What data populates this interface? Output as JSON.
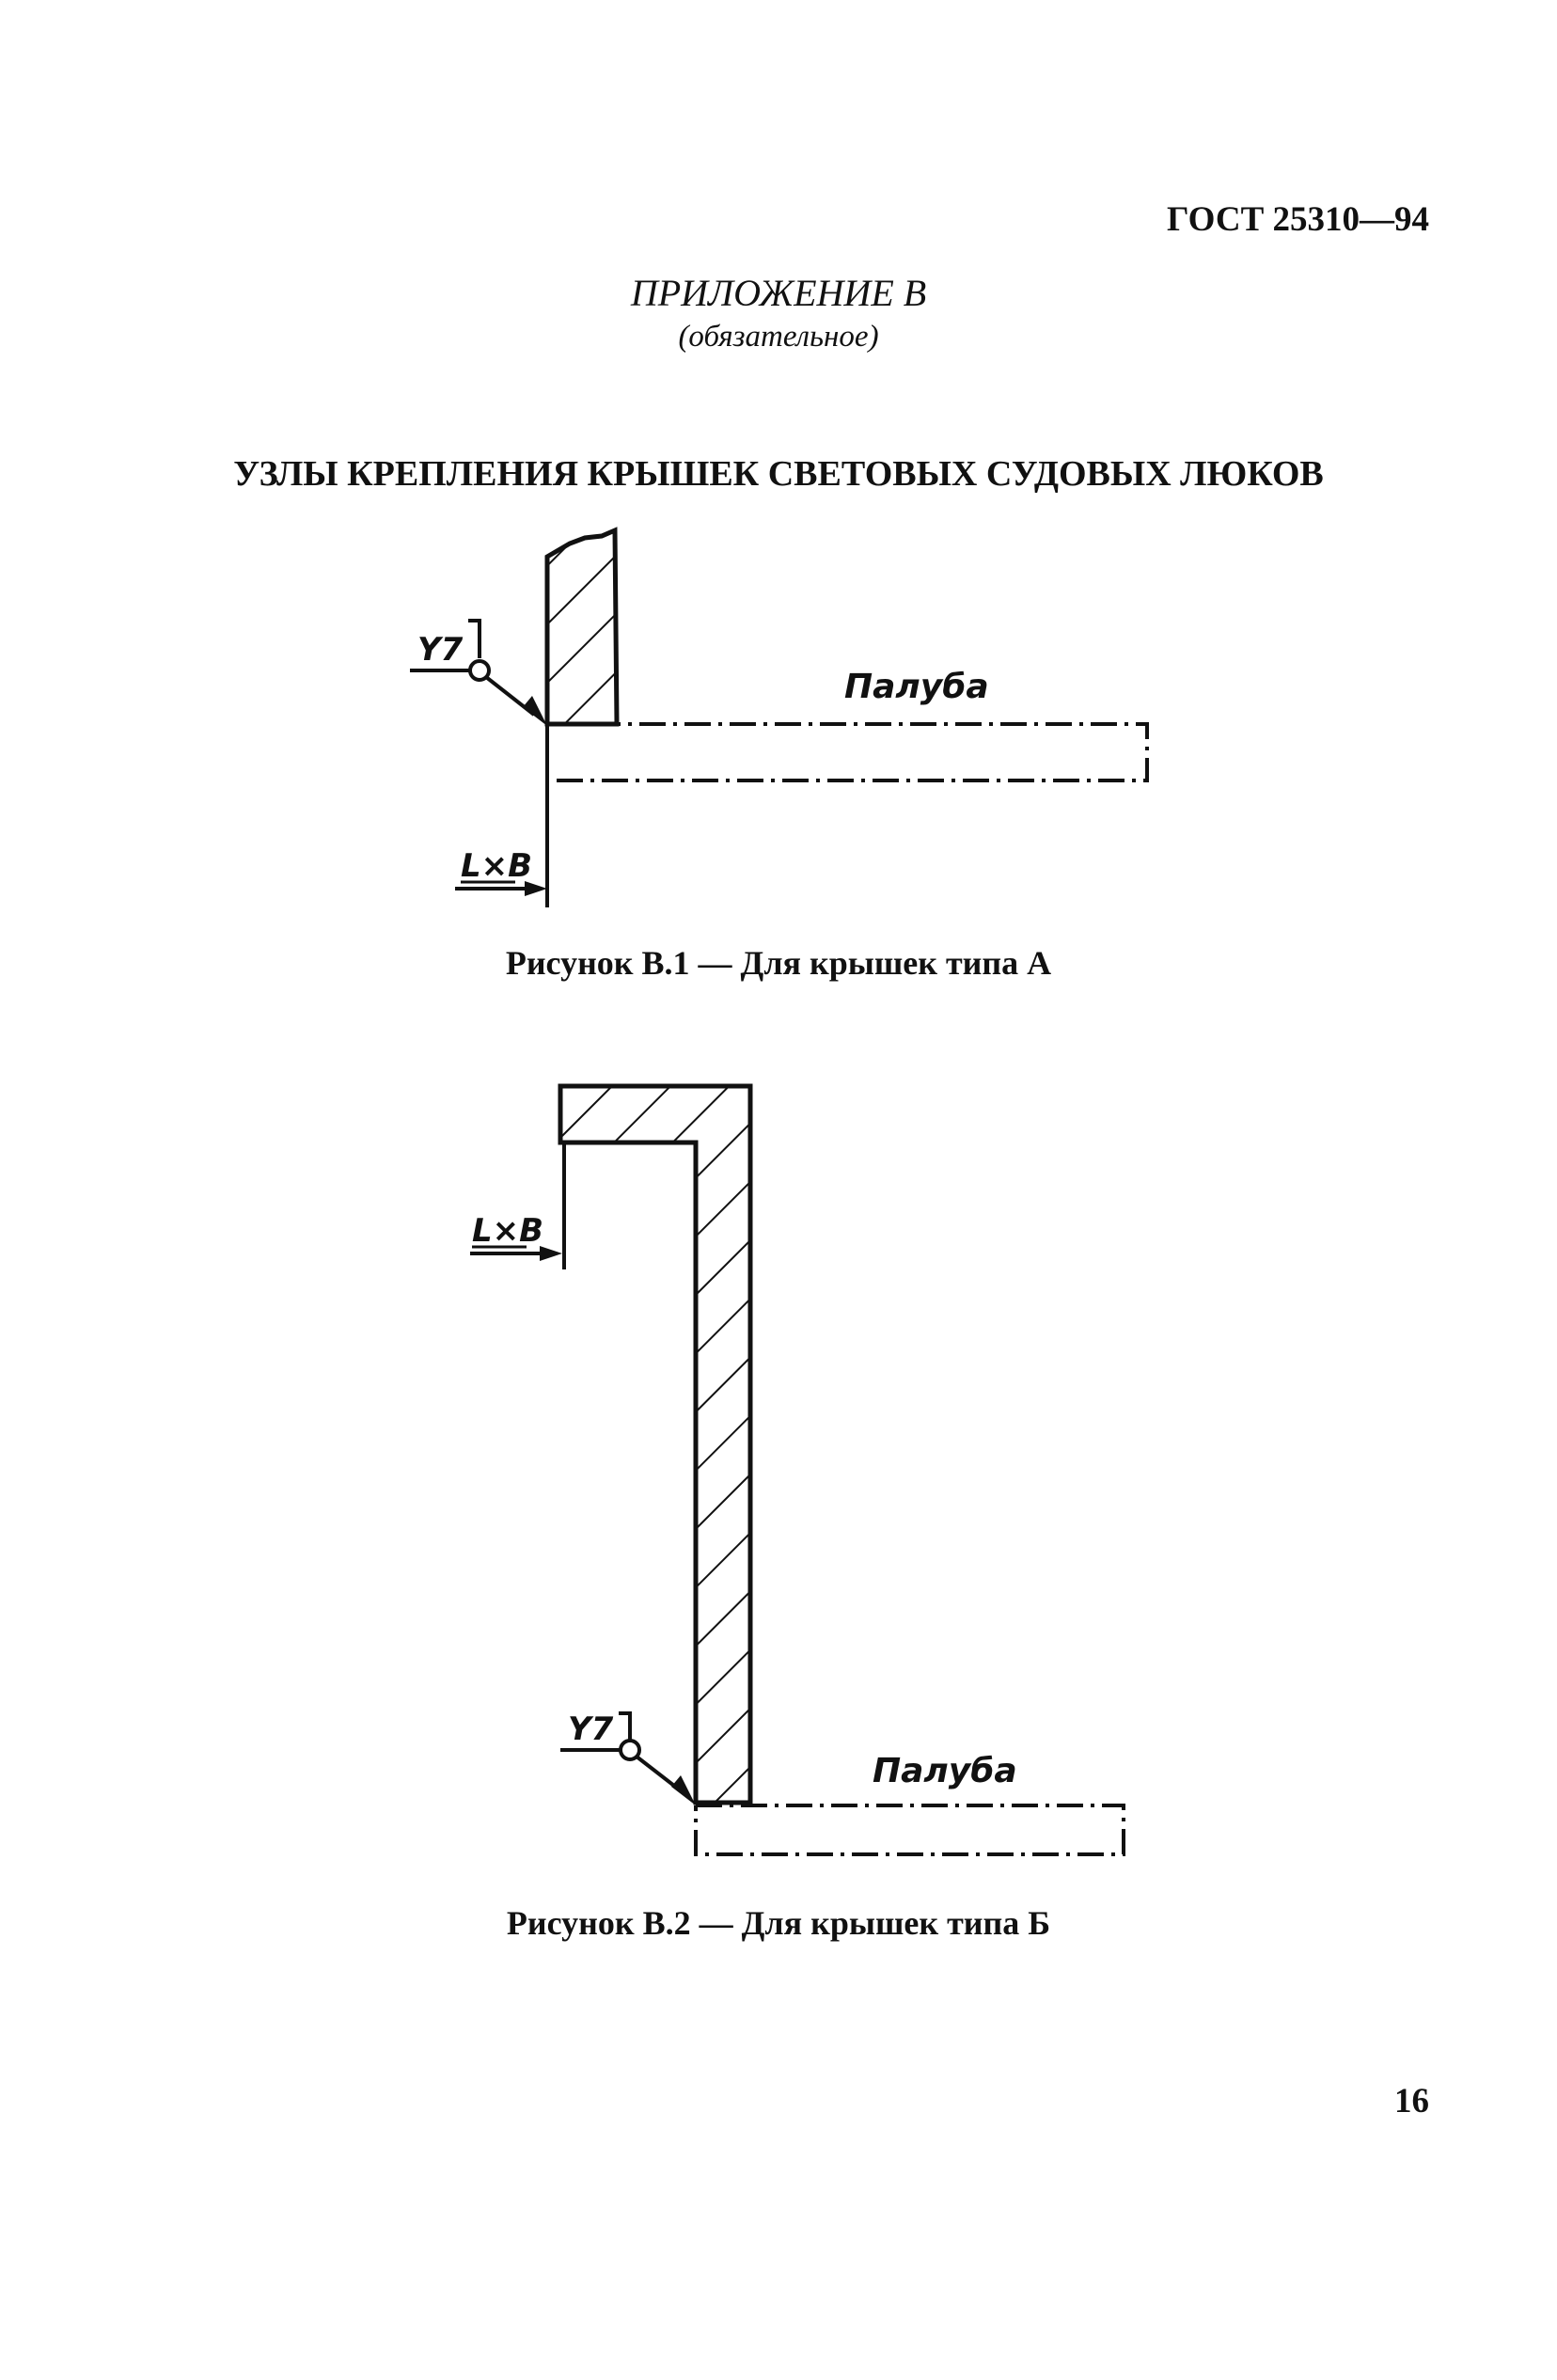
{
  "header": {
    "standard_number": "ГОСТ 25310—94"
  },
  "appendix": {
    "title": "ПРИЛОЖЕНИЕ В",
    "note": "(обязательное)"
  },
  "section_title": "УЗЛЫ КРЕПЛЕНИЯ КРЫШЕК СВЕТОВЫХ СУДОВЫХ ЛЮКОВ",
  "figures": [
    {
      "caption": "Рисунок В.1 — Для крышек типа А",
      "labels": {
        "weld_mark": "Y7",
        "deck": "Палуба",
        "dimension": "L×B"
      }
    },
    {
      "caption": "Рисунок В.2 — Для крышек типа Б",
      "labels": {
        "weld_mark": "Y7",
        "deck": "Палуба",
        "dimension": "L×B"
      }
    }
  ],
  "page_number": "16"
}
